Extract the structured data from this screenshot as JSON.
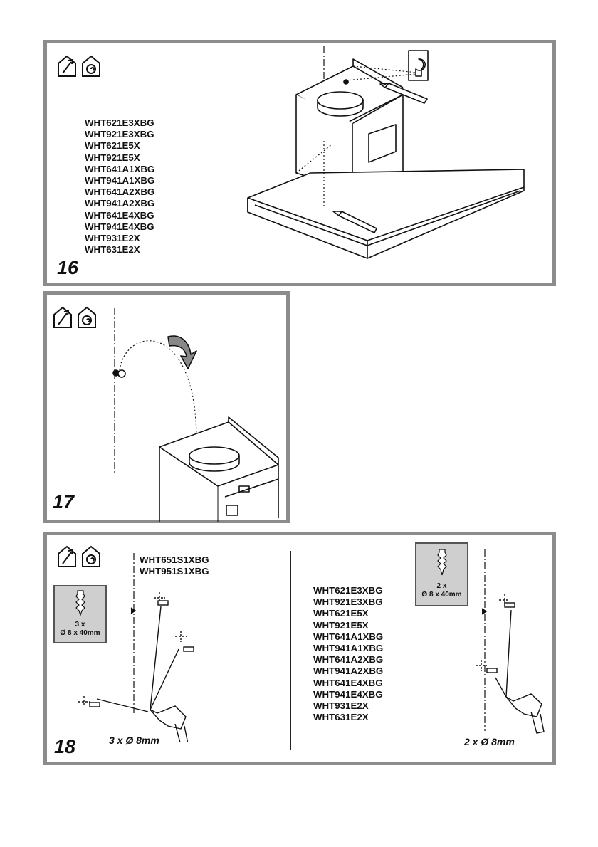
{
  "panel16": {
    "step": "16",
    "models": [
      "WHT621E3XBG",
      "WHT921E3XBG",
      "WHT621E5X",
      "WHT921E5X",
      "WHT641A1XBG",
      "WHT941A1XBG",
      "WHT641A2XBG",
      "WHT941A2XBG",
      "WHT641E4XBG",
      "WHT941E4XBG",
      "WHT931E2X",
      "WHT631E2X"
    ],
    "icons": [
      "house-exhaust-icon",
      "house-recirculation-icon"
    ]
  },
  "panel17": {
    "step": "17",
    "icons": [
      "house-exhaust-icon",
      "house-recirculation-icon"
    ]
  },
  "panel18": {
    "step": "18",
    "icons": [
      "house-exhaust-icon",
      "house-recirculation-icon"
    ],
    "left": {
      "models": [
        "WHT651S1XBG",
        "WHT951S1XBG"
      ],
      "anchor_count": "3 x",
      "anchor_size": "Ø 8 x 40mm",
      "drill": "3 x Ø 8mm"
    },
    "right": {
      "models": [
        "WHT621E3XBG",
        "WHT921E3XBG",
        "WHT621E5X",
        "WHT921E5X",
        "WHT641A1XBG",
        "WHT941A1XBG",
        "WHT641A2XBG",
        "WHT941A2XBG",
        "WHT641E4XBG",
        "WHT941E4XBG",
        "WHT931E2X",
        "WHT631E2X"
      ],
      "anchor_count": "2 x",
      "anchor_size": "Ø 8 x 40mm",
      "drill": "2 x Ø 8mm"
    }
  }
}
